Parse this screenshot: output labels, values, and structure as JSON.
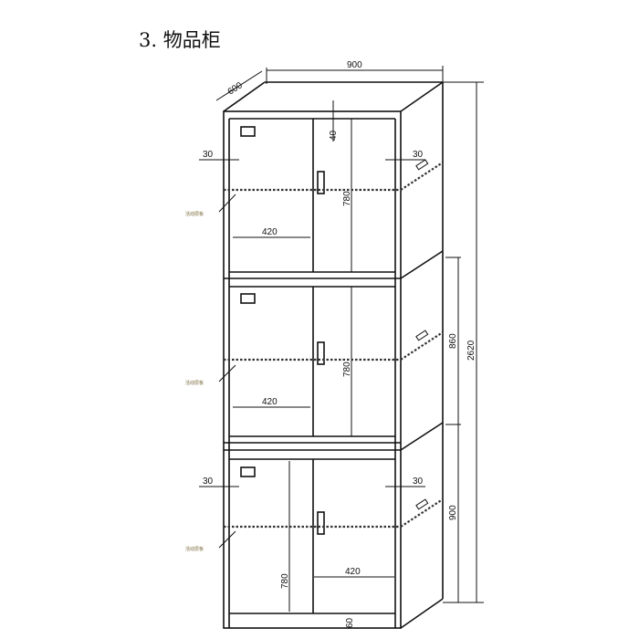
{
  "title": "3. 物品柜",
  "dimensions": {
    "width": "900",
    "depth": "600",
    "total_height": "2620",
    "module_height_upper": "860",
    "module_height_lower": "900",
    "side_margin": "30",
    "top_gap": "40",
    "door_height": "780",
    "door_width": "420",
    "base_height": "60"
  },
  "labels": {
    "shelf": "活动层板"
  }
}
